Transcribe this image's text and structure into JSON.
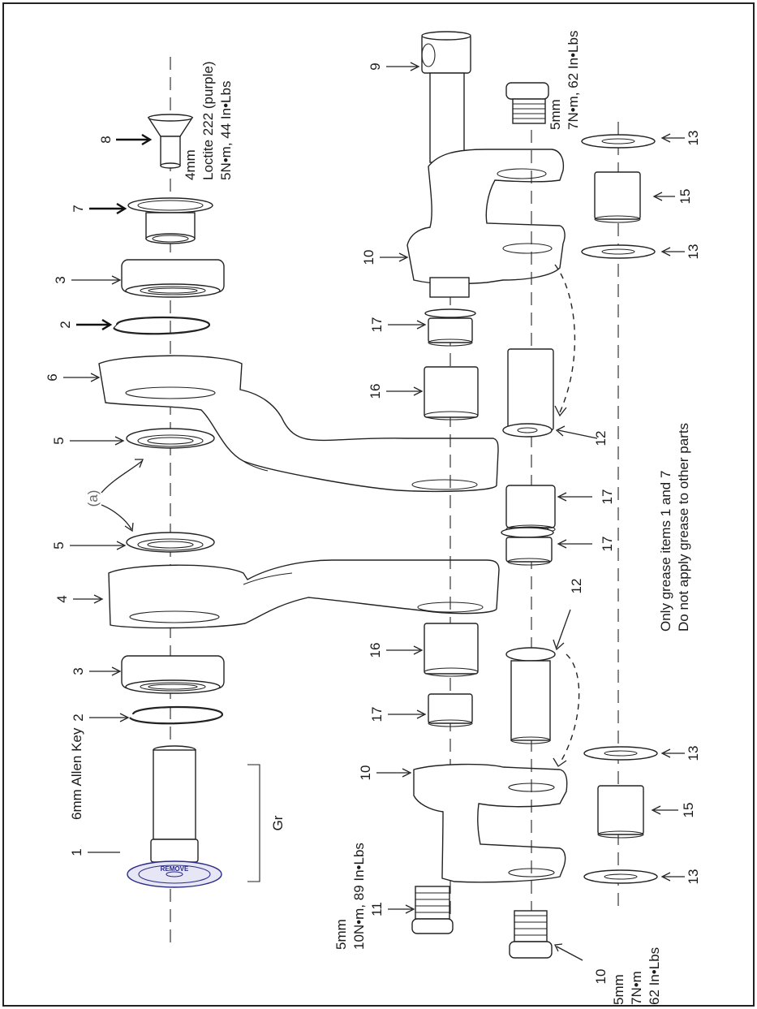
{
  "labels": {
    "item1": "1",
    "item2_top": "2",
    "item2_bottom": "2",
    "item3_top": "3",
    "item3_bottom": "3",
    "item4": "4",
    "item5_top": "5",
    "item5_bottom": "5",
    "item6": "6",
    "item7": "7",
    "item8": "8",
    "item9": "9",
    "item10_top": "10",
    "item10_bottom": "10",
    "item10_bolt": "10",
    "item11": "11",
    "item12_top": "12",
    "item12_bottom": "12",
    "item13_a": "13",
    "item13_b": "13",
    "item13_c": "13",
    "item13_d": "13",
    "item15_top": "15",
    "item15_bottom": "15",
    "item16_top": "16",
    "item16_bottom": "16",
    "item17_a": "17",
    "item17_b": "17",
    "item17_c": "17",
    "item17_d": "17",
    "callout_a": "(a)",
    "gr": "Gr"
  },
  "annotations": {
    "allen_key": "6mm Allen Key",
    "item8_tool": "4mm",
    "item8_loctite": "Loctite 222 (purple)",
    "item8_torque": "5N•m, 44 In•Lbs",
    "item9_tool": "5mm",
    "item9_torque": "7N•m, 62 In•Lbs",
    "item11_tool": "5mm",
    "item11_torque": "10N•m, 89 In•Lbs",
    "item10_tool": "5mm",
    "item10_torque1": "7N•m",
    "item10_torque2": "62 In•Lbs",
    "grease_line1": "Only grease items 1 and 7",
    "grease_line2": "Do not apply grease to other parts"
  },
  "cap_text": "REMOVE"
}
